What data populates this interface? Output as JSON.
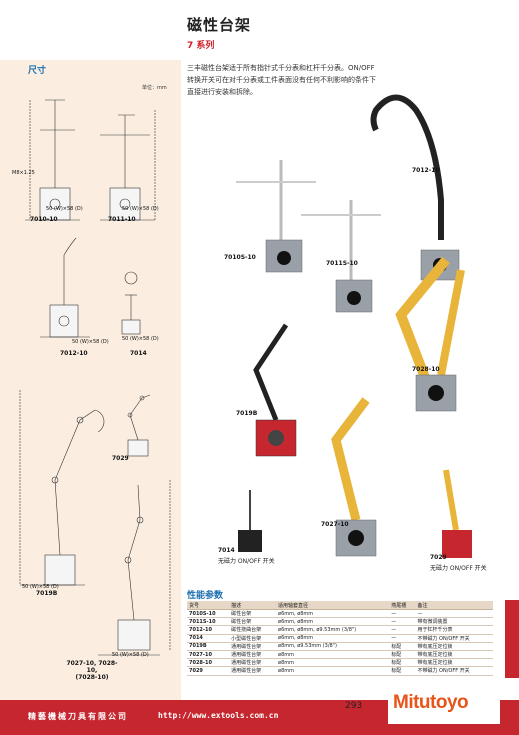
{
  "header": {
    "title": "磁性台架",
    "series": "7 系列",
    "description": "三丰磁性台架适于所有指针式千分表和杠杆千分表。ON/OFF 转换开关可在对千分表或工件表面没有任何不利影响的条件下直接进行安装和拆除。"
  },
  "dimensions": {
    "section_title": "尺寸",
    "unit": "单位：mm",
    "drawings": [
      {
        "id": "7010-10",
        "label": "7010-10"
      },
      {
        "id": "7011-10",
        "label": "7011-10"
      },
      {
        "id": "7012-10",
        "label": "7012-10"
      },
      {
        "id": "7014",
        "label": "7014"
      },
      {
        "id": "7019B",
        "label": "7019B"
      },
      {
        "id": "7029",
        "label": "7029"
      },
      {
        "id": "7027",
        "label": "7027-10, 7028-10,\n(7028-10)"
      }
    ],
    "callouts": {
      "m8": "M8×1.25",
      "base": "50 (W)×58 (D)",
      "base2": "50 (W)×58 (D)",
      "base3": "50 (W)×58 (D)",
      "base4": "50 (W)×58 (D)",
      "base5": "50 (W)×58 (D)",
      "base6": "50 (W)×58 (D)"
    }
  },
  "photos": [
    {
      "label": "7012-10"
    },
    {
      "label": "7010S-10"
    },
    {
      "label": "7011S-10"
    },
    {
      "label": "7028-10"
    },
    {
      "label": "7019B"
    },
    {
      "label": "7027-10"
    },
    {
      "label": "7014",
      "sub": "无磁力 ON/OFF 开关"
    },
    {
      "label": "7029",
      "sub": "无磁力 ON/OFF 开关"
    }
  ],
  "specs": {
    "title": "性能参数",
    "columns": [
      "货号",
      "描述",
      "适用轴套直径",
      "燕尾槽",
      "备注"
    ],
    "rows": [
      [
        "7010S-10",
        "磁性台架",
        "ø6mm, ø8mm",
        "—",
        "—"
      ],
      [
        "7011S-10",
        "磁性台架",
        "ø6mm, ø8mm",
        "—",
        "带有微调装置"
      ],
      [
        "7012-10",
        "磁性挠曲台架",
        "ø6mm, ø8mm, ø9.53mm (3/8\")",
        "—",
        "用于杠杆千分表"
      ],
      [
        "7014",
        "小型磁性台架",
        "ø6mm, ø8mm",
        "—",
        "不带磁力 ON/OFF 开关"
      ],
      [
        "7019B",
        "通用磁性台架",
        "ø8mm, ø9.53mm (3/8\")",
        "标配",
        "带有底压定位锁"
      ],
      [
        "7027-10",
        "通用磁性台架",
        "ø8mm",
        "标配",
        "带有底压定位锁"
      ],
      [
        "7028-10",
        "通用磁性台架",
        "ø8mm",
        "标配",
        "带有底压定位锁"
      ],
      [
        "7029",
        "通用磁性台架",
        "ø8mm",
        "标配",
        "不带磁力 ON/OFF 开关"
      ]
    ]
  },
  "footer": {
    "company": "精藝機械刀具有限公司",
    "url": "http://www.extools.com.cn",
    "page_number": "293",
    "brand": "Mitutoyo"
  },
  "colors": {
    "accent_red": "#c6272f",
    "accent_blue": "#1a6fb0",
    "brand_orange": "#e8541a",
    "left_panel": "#fbeee1",
    "gold_arm": "#e9b43a"
  }
}
